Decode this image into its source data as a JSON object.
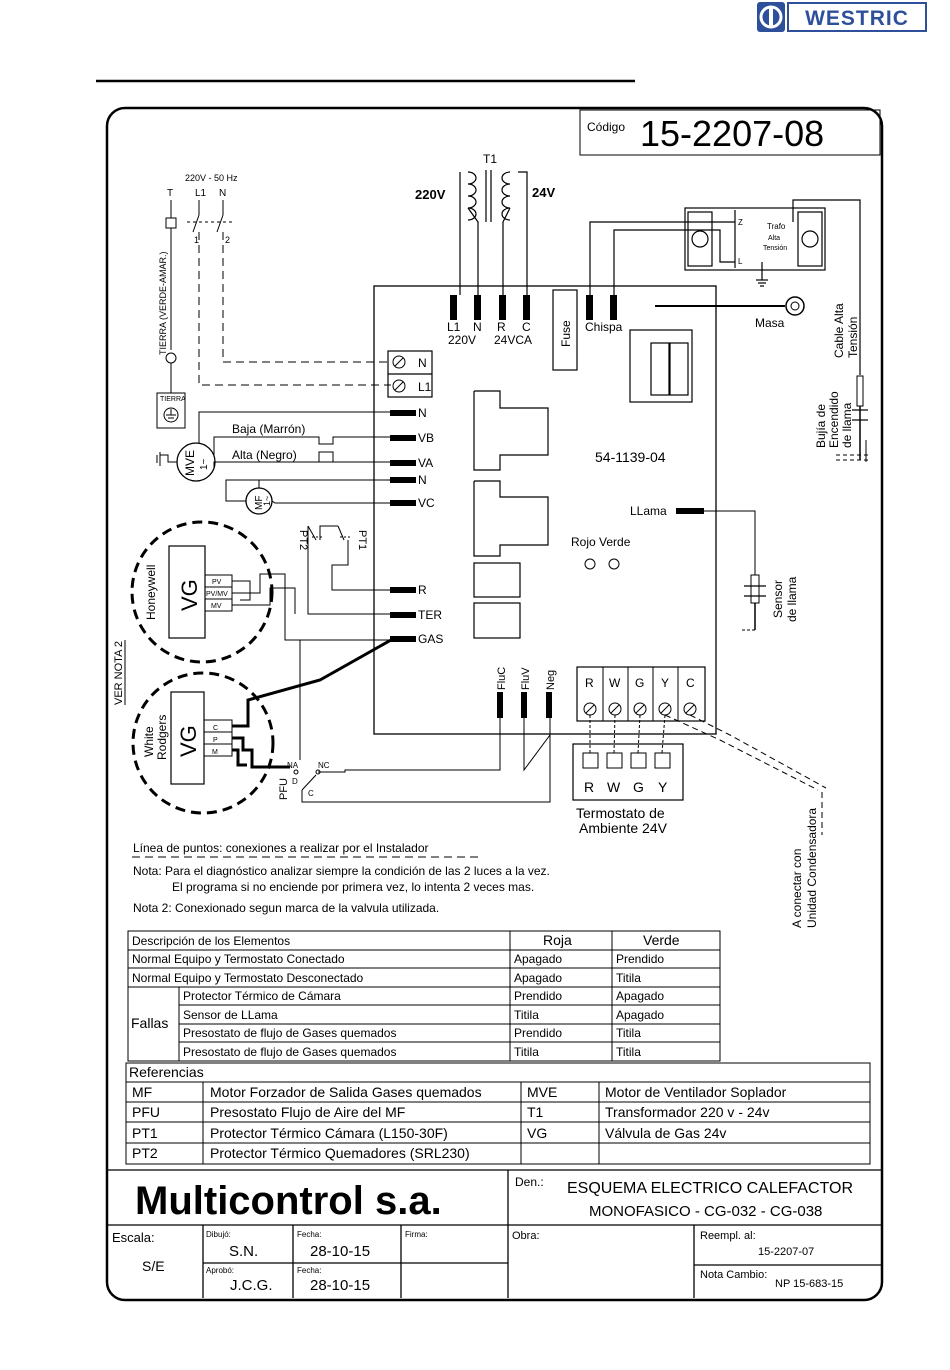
{
  "brand": {
    "logo_text": "WESTRIC",
    "accent": "#2e4f9a"
  },
  "codigo": {
    "label": "Código",
    "value": "15-2207-08"
  },
  "supply": {
    "label": "220V - 50 Hz",
    "t": "T",
    "l1": "L1",
    "n": "N",
    "sw1": "1",
    "sw2": "2",
    "tierra_wire": "TIERRA (VERDE-AMAR.)",
    "tierra_box": "TIERRA"
  },
  "transformer": {
    "name": "T1",
    "primary": "220V",
    "secondary": "24V"
  },
  "trafo_box": {
    "line1": "Trafo",
    "line2": "Alta",
    "line3": "Tensión",
    "z": "Z",
    "l": "L"
  },
  "board": {
    "code": "54-1139-04",
    "top_terms": {
      "l1": "L1",
      "n": "N",
      "r": "R",
      "c": "C",
      "v220": "220V",
      "v24": "24VCA",
      "fuse": "Fuse",
      "chispa": "Chispa"
    },
    "left_terms": {
      "n1": "N",
      "l1": "L1",
      "n2": "N",
      "vb": "VB",
      "va": "VA",
      "n3": "N",
      "vc": "VC",
      "r": "R",
      "ter": "TER",
      "gas": "GAS"
    },
    "llama": "LLama",
    "rojo_verde": "Rojo Verde",
    "bottom_terms": {
      "fluc": "FluC",
      "fluv": "FluV",
      "neg": "Neg"
    },
    "thermo_terms": [
      "R",
      "W",
      "G",
      "Y",
      "C"
    ]
  },
  "masa": "Masa",
  "cable_alta": {
    "l1": "Cable Alta",
    "l2": "Tensión"
  },
  "bujia": {
    "l1": "Bujía de",
    "l2": "Encendido",
    "l3": "de llama"
  },
  "sensor": {
    "l1": "Sensor",
    "l2": "de llama"
  },
  "motors": {
    "mve": "MVE",
    "mve_sub": "1~",
    "baja": "Baja (Marrón)",
    "alta": "Alta (Negro)",
    "mf": "MF",
    "mf_sub": "1~"
  },
  "pt": {
    "pt1": "PT1",
    "pt2": "PT2"
  },
  "valves": {
    "honeywell": "Honeywell",
    "vg": "VG",
    "pv": "PV",
    "pvmv": "PV/MV",
    "mv": "MV",
    "wr1": "White",
    "wr2": "Rodgers",
    "c": "C",
    "p": "P",
    "m": "M",
    "ver_nota": "VER NOTA 2"
  },
  "pfu": {
    "label": "PFU",
    "na": "NA",
    "nc": "NC",
    "d": "D",
    "c": "C"
  },
  "thermostat": {
    "keys": [
      "R",
      "W",
      "G",
      "Y"
    ],
    "title1": "Termostato de",
    "title2": "Ambiente 24V"
  },
  "condensadora": {
    "l1": "A conectar con",
    "l2": "Unidad Condensadora"
  },
  "notes": {
    "dotted": "Línea de puntos: conexiones a realizar por el Instalador",
    "nota1a": "Nota: Para el diagnóstico analizar siempre la condición de las 2 luces a la vez.",
    "nota1b": "El programa si no enciende por primera vez, lo intenta 2 veces mas.",
    "nota2": "Nota 2: Conexionado segun marca de la valvula utilizada."
  },
  "status_table": {
    "headers": [
      "Descripción de los Elementos",
      "Roja",
      "Verde"
    ],
    "rows": [
      {
        "desc": "Normal Equipo y Termostato Conectado",
        "roja": "Apagado",
        "verde": "Prendido"
      },
      {
        "desc": "Normal Equipo y Termostato Desconectado",
        "roja": "Apagado",
        "verde": "Titila"
      }
    ],
    "fallas_label": "Fallas",
    "fallas": [
      {
        "desc": "Protector Térmico de Cámara",
        "roja": "Prendido",
        "verde": "Apagado"
      },
      {
        "desc": "Sensor de LLama",
        "roja": "Titila",
        "verde": "Apagado"
      },
      {
        "desc": "Presostato de flujo de Gases quemados",
        "roja": "Prendido",
        "verde": "Titila"
      },
      {
        "desc": "Presostato de flujo de Gases quemados",
        "roja": "Titila",
        "verde": "Titila"
      }
    ]
  },
  "references": {
    "title": "Referencias",
    "rows": [
      {
        "c1": "MF",
        "d1": "Motor  Forzador de Salida Gases quemados",
        "c2": "MVE",
        "d2": "Motor de Ventilador Soplador"
      },
      {
        "c1": "PFU",
        "d1": "Presostato Flujo de Aire del MF",
        "c2": "T1",
        "d2": "Transformador  220 v - 24v"
      },
      {
        "c1": "PT1",
        "d1": "Protector Térmico Cámara (L150-30F)",
        "c2": "VG",
        "d2": "Válvula de Gas 24v"
      },
      {
        "c1": "PT2",
        "d1": "Protector Térmico Quemadores (SRL230)",
        "c2": "",
        "d2": ""
      }
    ]
  },
  "title_block": {
    "company": "Multicontrol s.a.",
    "den_label": "Den.:",
    "den1": "ESQUEMA ELECTRICO CALEFACTOR",
    "den2": "MONOFASICO - CG-032 - CG-038",
    "escala_label": "Escala:",
    "escala": "S/E",
    "dibujo_label": "Dibujó:",
    "dibujo": "S.N.",
    "fecha_label": "Fecha:",
    "fecha1": "28-10-15",
    "firma_label": "Firma:",
    "aprobo_label": "Aprobó:",
    "aprobo": "J.C.G.",
    "fecha2": "28-10-15",
    "obra_label": "Obra:",
    "reempl_label": "Reempl. al:",
    "reempl": "15-2207-07",
    "nota_label": "Nota Cambio:",
    "nota": "NP 15-683-15"
  }
}
